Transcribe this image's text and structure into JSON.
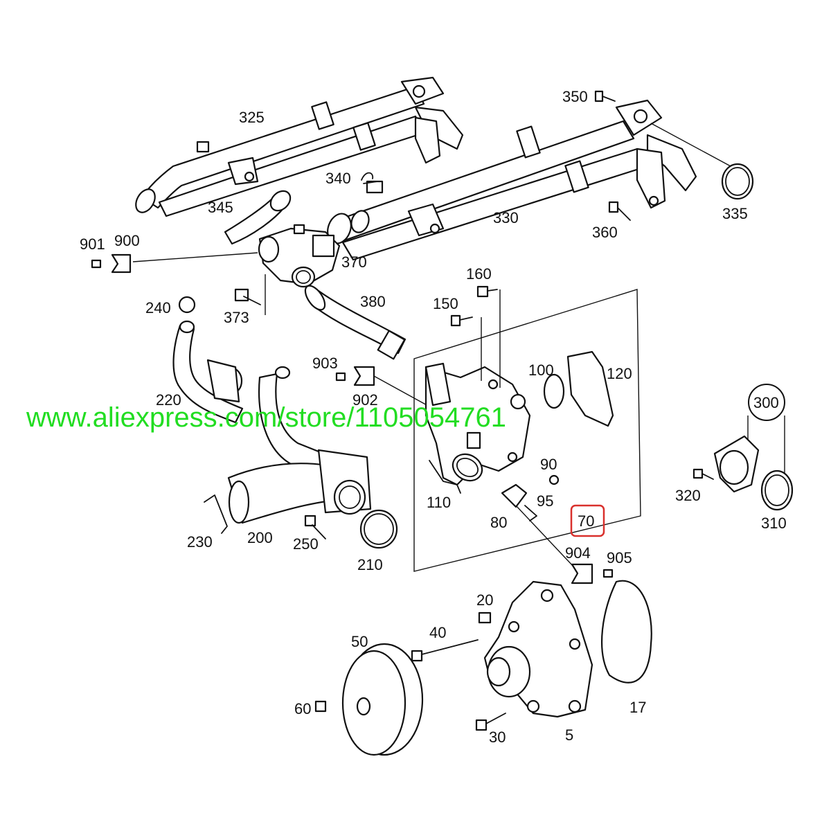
{
  "watermark": {
    "text": "www.aliexpress.com/store/1105054761",
    "color": "#22dd22"
  },
  "highlight": {
    "part": "70",
    "color": "#d9302c"
  },
  "labels": {
    "p325": "325",
    "p350": "350",
    "p340": "340",
    "p345": "345",
    "p330": "330",
    "p335": "335",
    "p360": "360",
    "p901": "901",
    "p900": "900",
    "p370": "370",
    "p373": "373",
    "p240": "240",
    "p380": "380",
    "p160": "160",
    "p150": "150",
    "p100": "100",
    "p120": "120",
    "p903": "903",
    "p902": "902",
    "p220": "220",
    "p300": "300",
    "p320": "320",
    "p310": "310",
    "p90": "90",
    "p110": "110",
    "p95": "95",
    "p80": "80",
    "p70": "70",
    "p230": "230",
    "p200": "200",
    "p250": "250",
    "p210": "210",
    "p904": "904",
    "p905": "905",
    "p20": "20",
    "p40": "40",
    "p50": "50",
    "p60": "60",
    "p30": "30",
    "p5": "5",
    "p17": "17"
  }
}
